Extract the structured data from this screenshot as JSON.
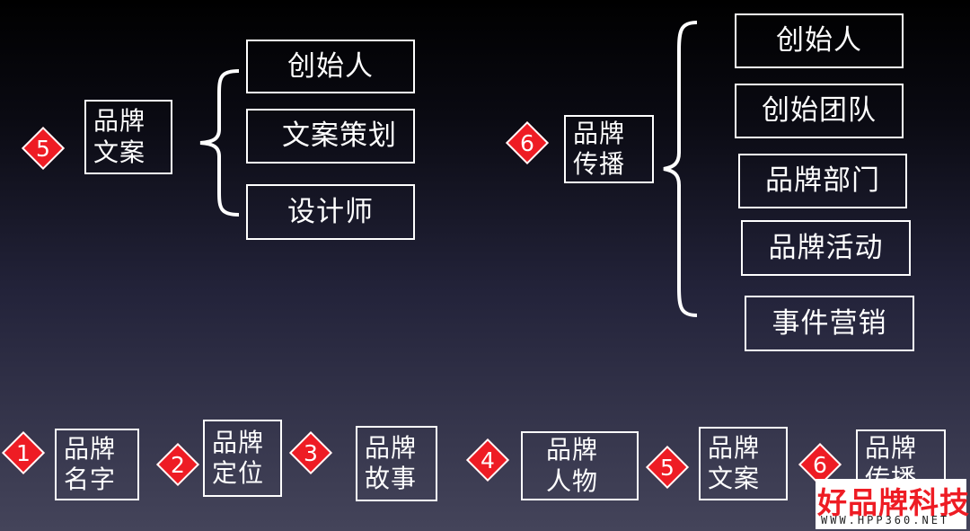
{
  "section5": {
    "num": "5",
    "root": "品牌\n文案",
    "items": [
      "创始人",
      "文案策划",
      "设计师"
    ]
  },
  "section6": {
    "num": "6",
    "root": "品牌\n传播",
    "items": [
      "创始人",
      "创始团队",
      "品牌部门",
      "品牌活动",
      "事件营销"
    ]
  },
  "steps": [
    {
      "num": "1",
      "label": "品牌\n名字"
    },
    {
      "num": "2",
      "label": "品牌\n定位"
    },
    {
      "num": "3",
      "label": "品牌\n故事"
    },
    {
      "num": "4",
      "label": "品牌\n人物"
    },
    {
      "num": "5",
      "label": "品牌\n文案"
    },
    {
      "num": "6",
      "label": "品牌\n传播"
    }
  ],
  "watermark": {
    "name": "好品牌科技网",
    "url": "WWW.HPP360.NET"
  },
  "colors": {
    "accent": "#ee1c24",
    "line": "#ffffff"
  }
}
